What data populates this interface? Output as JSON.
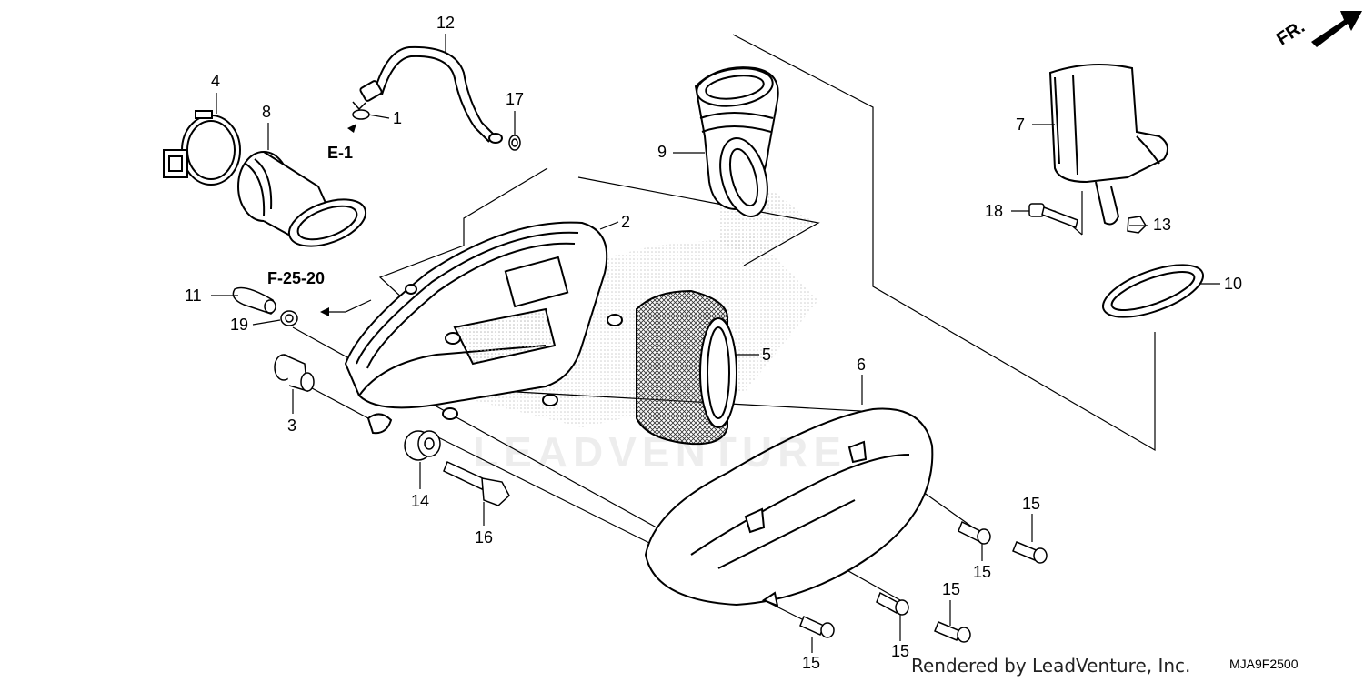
{
  "diagram": {
    "front_marker": "FR.",
    "references": {
      "e1": "E-1",
      "f2520": "F-25-20"
    },
    "part_labels": {
      "p1": "1",
      "p2": "2",
      "p3": "3",
      "p4": "4",
      "p5": "5",
      "p6": "6",
      "p7": "7",
      "p8": "8",
      "p9": "9",
      "p10": "10",
      "p11": "11",
      "p12": "12",
      "p13": "13",
      "p14": "14",
      "p15": "15",
      "p16": "16",
      "p17": "17",
      "p18": "18",
      "p19": "19"
    },
    "watermark": "LEADVENTURE",
    "credit": "Rendered by LeadVenture, Inc.",
    "diagram_code": "MJA9F2500"
  }
}
